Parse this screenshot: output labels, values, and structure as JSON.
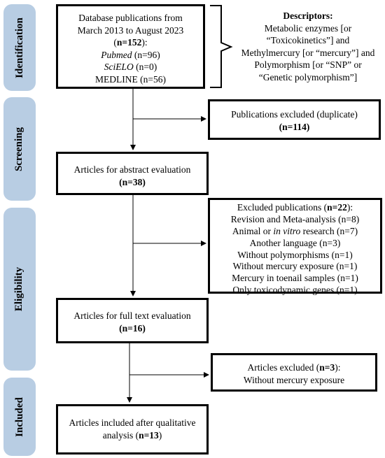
{
  "phases": {
    "identification": "Identification",
    "screening": "Screening",
    "eligibility": "Eligibility",
    "included": "Included"
  },
  "boxes": {
    "database": {
      "line1": "Database publications from",
      "line2": "March 2013 to August 2023",
      "line3_open": "(",
      "line3_bold": "n=152",
      "line3_close": "):",
      "pubmed_name": "Pubmed",
      "pubmed_count": " (n=96)",
      "scielo_name": "SciELO",
      "scielo_count": " (n=0)",
      "medline": "MEDLINE (n=56)"
    },
    "duplicates": {
      "line1": "Publications excluded (duplicate)",
      "count": "(n=114)"
    },
    "abstract": {
      "line1": "Articles for abstract evaluation",
      "count": "(n=38)"
    },
    "excluded": {
      "title_text": "Excluded publications (",
      "title_bold": "n=22",
      "title_close": "):",
      "item1": "Revision and Meta-analysis (n=8)",
      "item2_a": "Animal or ",
      "item2_i": "in vitro",
      "item2_b": " research (n=7)",
      "item3": "Another language (n=3)",
      "item4": "Without polymorphisms (n=1)",
      "item5": "Without mercury exposure (n=1)",
      "item6": "Mercury in toenail samples (n=1)",
      "item7": "Only toxicodynamic genes (n=1)"
    },
    "fulltext": {
      "line1": "Articles for full text evaluation",
      "count": "(n=16)"
    },
    "excluded2": {
      "line1_text": "Articles excluded (",
      "line1_bold": "n=3",
      "line1_close": "):",
      "line2": "Without mercury exposure"
    },
    "included": {
      "line1": "Articles included after qualitative",
      "line2_text": "analysis (",
      "line2_bold": "n=13",
      "line2_close": ")"
    }
  },
  "descriptors": {
    "title": "Descriptors:",
    "line1": "Metabolic enzymes [or",
    "line2": "“Toxicokinetics”] and",
    "line3": "Methylmercury [or “mercury”] and",
    "line4": "Polymorphism [or “SNP” or",
    "line5": "“Genetic polymorphism”]"
  }
}
